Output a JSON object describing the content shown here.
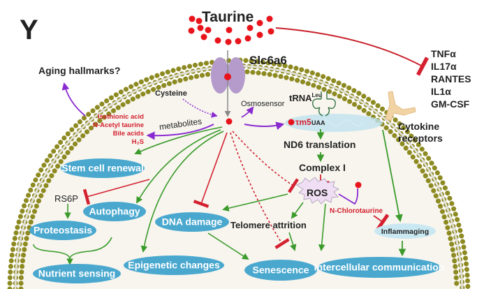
{
  "panel_label": "Y",
  "taurine": {
    "label": "Taurine"
  },
  "transporter": {
    "label": "Slc6a6"
  },
  "aging_hallmarks_label": "Aging hallmarks?",
  "cysteine_label": "Cysteine",
  "osmosensor_label": "Osmosensor",
  "metabolites_label": "metabolites",
  "metabolite_list": [
    "Isethionic acid",
    "N-Acetyl taurine",
    "Bile acids",
    "H₂S"
  ],
  "trna": {
    "label": "tRNA",
    "superscript": "Leu",
    "modification": "τm5",
    "codon": "UAA"
  },
  "nd6_label": "ND6 translation",
  "complex1_label": "Complex I",
  "ros_label": "ROS",
  "n_chlorotaurine_label": "N-Chlorotaurine",
  "telomere_label": "Telomere attrition",
  "rs6p_label": "RS6P",
  "cytokine_receptors_label": [
    "Cytokine",
    "receptors"
  ],
  "cytokines": [
    "TNFα",
    "IL17α",
    "RANTES",
    "IL1α",
    "GM-CSF"
  ],
  "ovals": {
    "stem_cell": "Stem cell renewal",
    "autophagy": "Autophagy",
    "proteostasis": "Proteostasis",
    "nutrient": "Nutrient sensing",
    "epigenetic": "Epigenetic changes",
    "dna_damage": "DNA damage",
    "senescence": "Senescence",
    "intercellular": "Intercellular communication",
    "inflammaging": "Inflammaging"
  },
  "colors": {
    "taurine_red": "#e8141c",
    "activation_green": "#3a9a2a",
    "inhibition_red": "#d42030",
    "purple_arrow": "#8a2bd0",
    "membrane_olive": "#8d8a22",
    "oval_blue": "#4aa8cf",
    "transporter_purple": "#b49bcc",
    "red_text": "#d42030"
  }
}
